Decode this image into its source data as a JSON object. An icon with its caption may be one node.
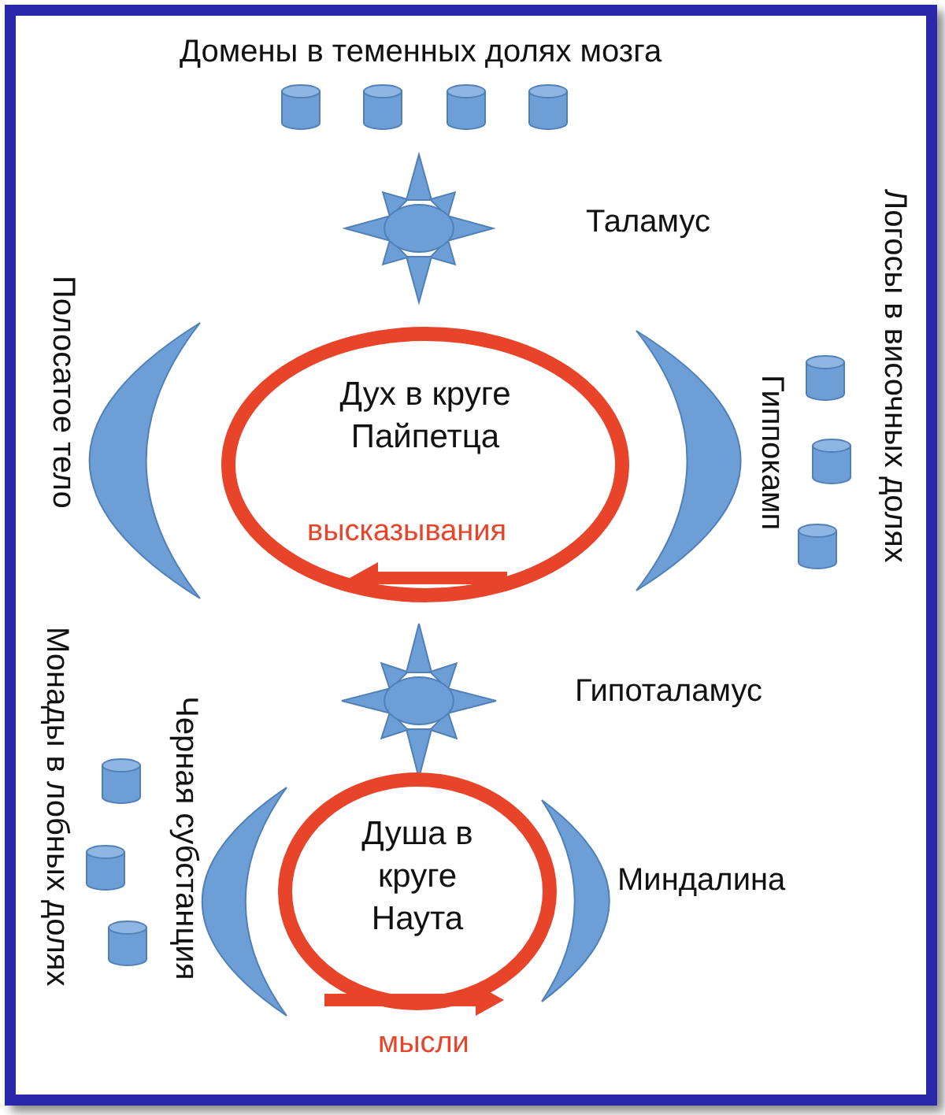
{
  "diagram": {
    "nodes": [
      {
        "text": [],
        "shape": "star",
        "beside": [
          "Таламус"
        ]
      },
      {
        "text": [],
        "shape": "crescent",
        "beside": [
          "Полосатое тело"
        ]
      },
      {
        "text": [
          "Дух в круге Пайпетца"
        ]
      },
      {
        "text": [],
        "shape": "crescent",
        "beside": [
          "Гиппокамп"
        ]
      },
      {
        "text": [],
        "shape": "star",
        "beside": [
          "Гипоталамус"
        ]
      },
      {
        "text": [],
        "shape": "crescent",
        "beside": [
          "Черная субстанция"
        ]
      },
      {
        "text": [
          "Душа в круге Наута"
        ]
      },
      {
        "text": [],
        "shape": "crescent",
        "beside": [
          "Миндалина"
        ]
      }
    ],
    "labels": [
      "Домены в теменных долях мозга",
      "Логосы в височных долях",
      "высказывания",
      "Монады в лобных долях",
      "мысли"
    ]
  }
}
